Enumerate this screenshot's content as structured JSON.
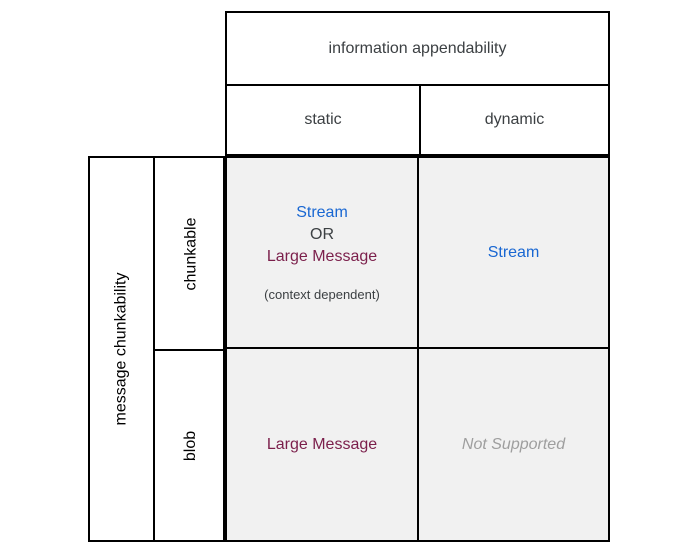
{
  "colors": {
    "stream": "#1967d2",
    "large_message": "#7b1f4b",
    "not_supported": "#9e9e9e",
    "text_dark": "#3c4043",
    "cell_bg": "#f1f1f1",
    "border": "#000000"
  },
  "column_header": {
    "title": "information appendability",
    "columns": [
      "static",
      "dynamic"
    ]
  },
  "row_header": {
    "title": "message chunkability",
    "rows": [
      "chunkable",
      "blob"
    ]
  },
  "cells": {
    "chunkable_static": {
      "option1": "Stream",
      "connector": "OR",
      "option2": "Large Message",
      "note": "(context dependent)"
    },
    "chunkable_dynamic": {
      "text": "Stream"
    },
    "blob_static": {
      "text": "Large Message"
    },
    "blob_dynamic": {
      "text": "Not Supported"
    }
  }
}
